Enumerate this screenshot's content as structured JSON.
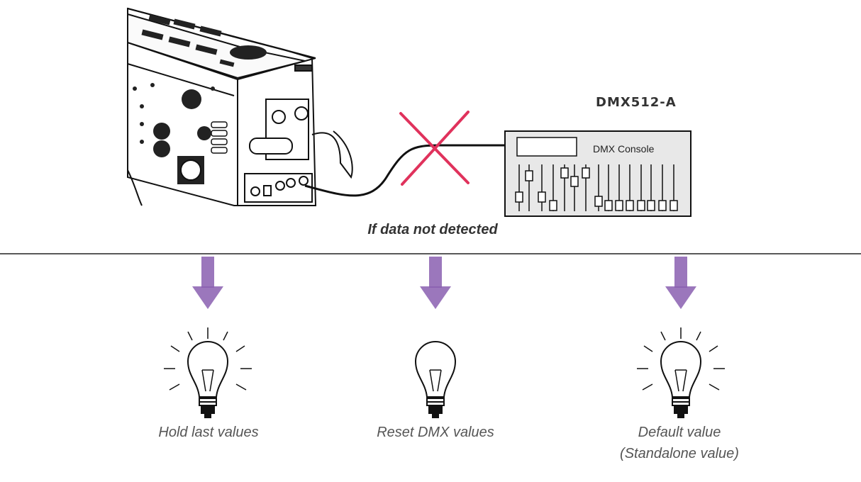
{
  "diagram": {
    "protocol_label": "DMX512-A",
    "console_label": "DMX Console",
    "condition_label": "If data not detected",
    "outcomes": [
      {
        "label": "Hold last values",
        "light": "bulb-on-icon"
      },
      {
        "label": "Reset DMX values",
        "light": "bulb-off-icon"
      },
      {
        "label": "Default value",
        "sublabel": "(Standalone value)",
        "light": "bulb-on-icon"
      }
    ],
    "colors": {
      "cross": "#e0325c",
      "arrow": "#8a5fb0",
      "line": "#222222"
    }
  }
}
